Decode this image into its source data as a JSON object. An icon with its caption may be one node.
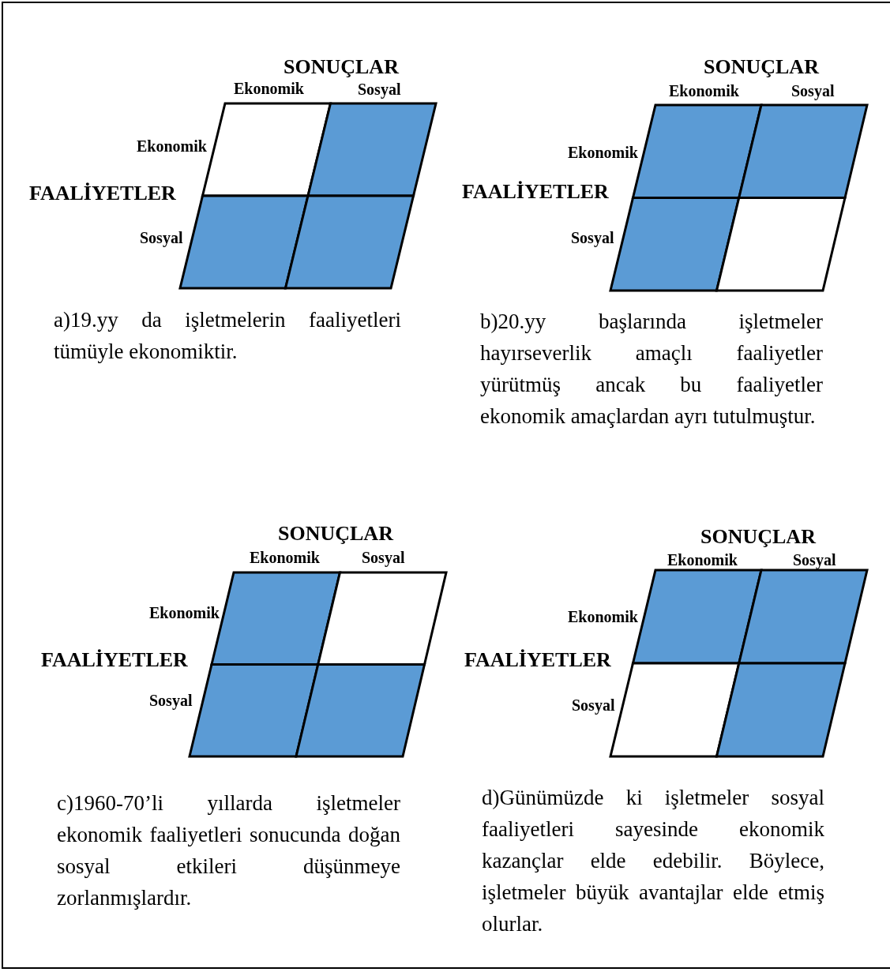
{
  "diagram": {
    "labels": [
      "SONUÇLAR",
      "Ekonomik",
      "Sosyal",
      "Ekonomik",
      "FAALİYETLER",
      "Sosyal",
      "a)19.yy da işletmelerin faaliyetleri tümüyle ekonomiktir.",
      "SONUÇLAR",
      "Ekonomik",
      "Sosyal",
      "Ekonomik",
      "FAALİYETLER",
      "Sosyal",
      "b)20.yy başlarında işletmeler hayırseverlik amaçlı faaliyetler yürütmüş ancak bu faaliyetler ekonomik amaçlardan ayrı tutulmuştur.",
      "SONUÇLAR",
      "Ekonomik",
      "Sosyal",
      "Ekonomik",
      "FAALİYETLER",
      "Sosyal",
      "c)1960-70’li yıllarda işletmeler ekonomik faaliyetleri sonucunda doğan sosyal etkileri düşünmeye zorlanmışlardır.",
      "SONUÇLAR",
      "Ekonomik",
      "Sosyal",
      "Ekonomik",
      "FAALİYETLER",
      "Sosyal",
      "d)Günümüzde ki işletmeler sosyal faaliyetleri sayesinde ekonomik kazançlar elde edebilir. Böylece, işletmeler büyük avantajlar elde etmiş olurlar."
    ]
  }
}
